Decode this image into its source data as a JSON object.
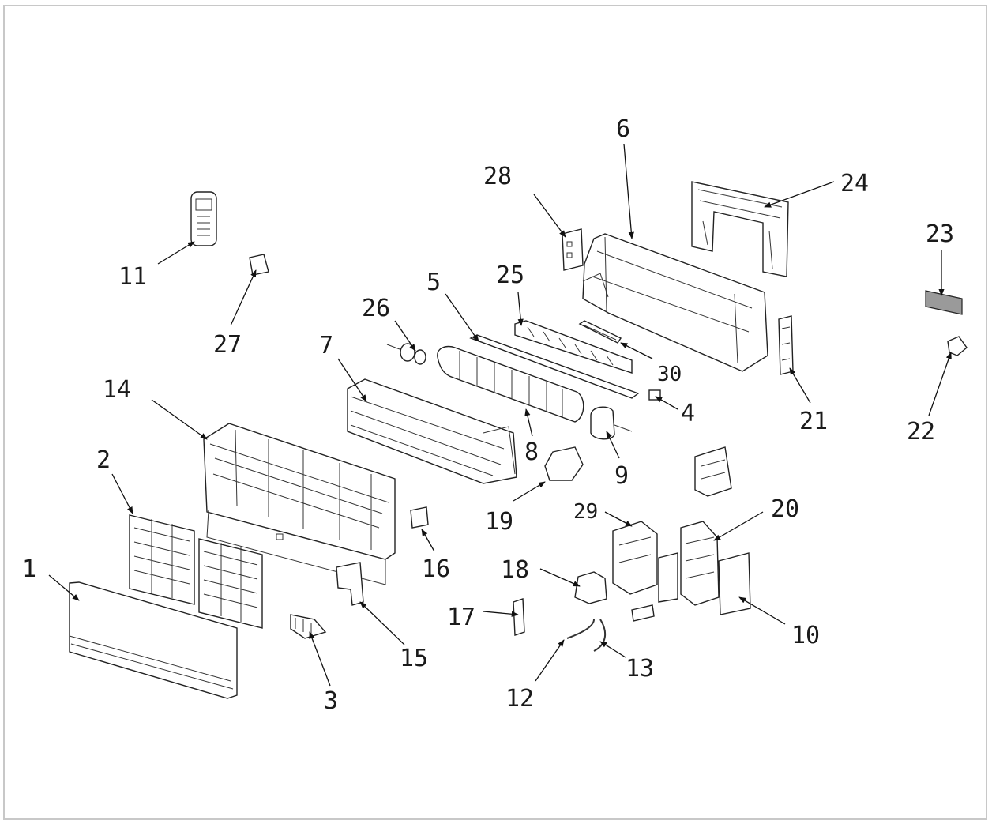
{
  "diagram": {
    "labels": [
      {
        "id": "1",
        "text": "1"
      },
      {
        "id": "2",
        "text": "2"
      },
      {
        "id": "3",
        "text": "3"
      },
      {
        "id": "4",
        "text": "4"
      },
      {
        "id": "5",
        "text": "5"
      },
      {
        "id": "6",
        "text": "6"
      },
      {
        "id": "7",
        "text": "7"
      },
      {
        "id": "8",
        "text": "8"
      },
      {
        "id": "9",
        "text": "9"
      },
      {
        "id": "10",
        "text": "10"
      },
      {
        "id": "11",
        "text": "11"
      },
      {
        "id": "12",
        "text": "12"
      },
      {
        "id": "13",
        "text": "13"
      },
      {
        "id": "14",
        "text": "14"
      },
      {
        "id": "15",
        "text": "15"
      },
      {
        "id": "16",
        "text": "16"
      },
      {
        "id": "17",
        "text": "17"
      },
      {
        "id": "18",
        "text": "18"
      },
      {
        "id": "19",
        "text": "19"
      },
      {
        "id": "20",
        "text": "20"
      },
      {
        "id": "21",
        "text": "21"
      },
      {
        "id": "22",
        "text": "22"
      },
      {
        "id": "23",
        "text": "23"
      },
      {
        "id": "24",
        "text": "24"
      },
      {
        "id": "25",
        "text": "25"
      },
      {
        "id": "26",
        "text": "26"
      },
      {
        "id": "27",
        "text": "27"
      },
      {
        "id": "28",
        "text": "28"
      },
      {
        "id": "29",
        "text": "29"
      },
      {
        "id": "30",
        "text": "30"
      }
    ]
  }
}
